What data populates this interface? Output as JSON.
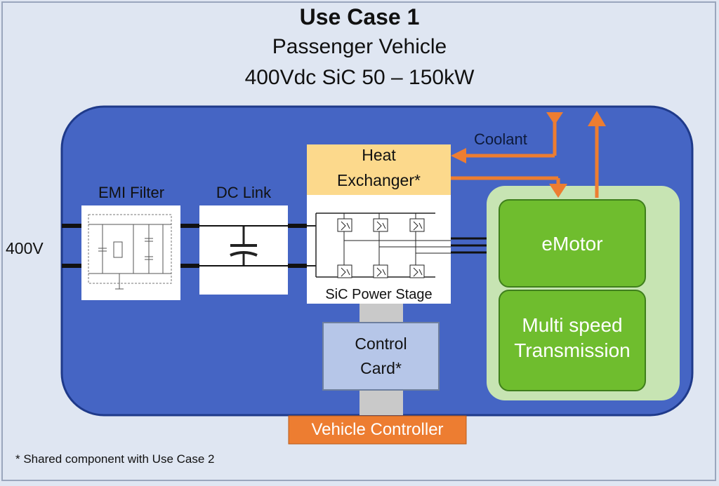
{
  "title": {
    "line1": "Use Case 1",
    "line2": "Passenger Vehicle",
    "line3": "400Vdc SiC 50 – 150kW"
  },
  "blocks": {
    "emi_filter": "EMI Filter",
    "dc_link": "DC Link",
    "heat_exchanger_line1": "Heat",
    "heat_exchanger_line2": "Exchanger*",
    "power_stage": "SiC Power Stage",
    "control_card_line1": "Control",
    "control_card_line2": "Card*",
    "emotor": "eMotor",
    "transmission_line1": "Multi speed",
    "transmission_line2": "Transmission",
    "vehicle_controller": "Vehicle Controller",
    "coolant": "Coolant",
    "input_voltage": "400V"
  },
  "footnote": "* Shared component with Use Case 2",
  "colors": {
    "background": "#dfe6f2",
    "housing": "#4565c4",
    "heat_exchanger": "#fcd98c",
    "control_card": "#b6c6e8",
    "motor_outer": "#c7e4b3",
    "motor_green": "#6fbd2e",
    "vehicle_controller": "#ed7d31",
    "coolant_arrow": "#ed7d31"
  }
}
